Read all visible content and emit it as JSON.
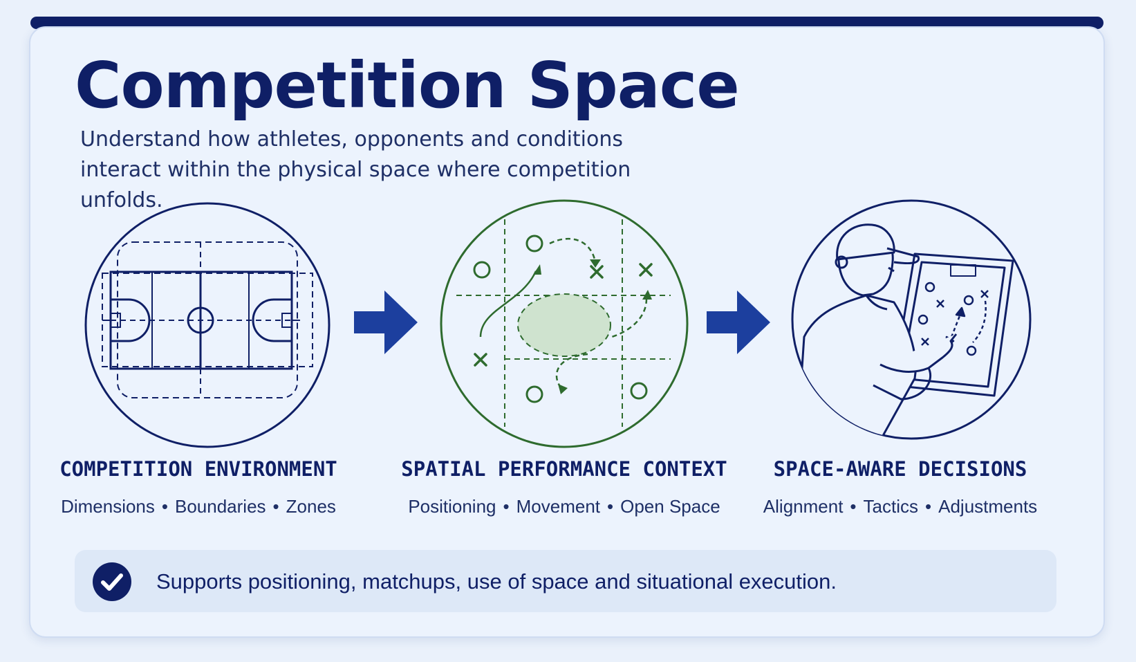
{
  "header": {
    "title": "Competition Space",
    "subtitle": "Understand how athletes, opponents and conditions interact within the physical space where competition unfolds."
  },
  "steps": [
    {
      "title": "COMPETITION ENVIRONMENT",
      "tags": [
        "Dimensions",
        "Boundaries",
        "Zones"
      ],
      "icon": "field-diagram-icon"
    },
    {
      "title": "SPATIAL PERFORMANCE CONTEXT",
      "tags": [
        "Positioning",
        "Movement",
        "Open Space"
      ],
      "icon": "spatial-play-diagram-icon"
    },
    {
      "title": "SPACE-AWARE DECISIONS",
      "tags": [
        "Alignment",
        "Tactics",
        "Adjustments"
      ],
      "icon": "coach-whiteboard-icon"
    }
  ],
  "separator": "•",
  "footer": {
    "text": "Supports positioning, matchups, use of space and situational execution.",
    "icon": "checkmark-icon"
  },
  "colors": {
    "navy": "#0f1f66",
    "green": "#2e6b2e",
    "arrow_blue": "#1c3f9e",
    "background": "#ecf3fd"
  }
}
